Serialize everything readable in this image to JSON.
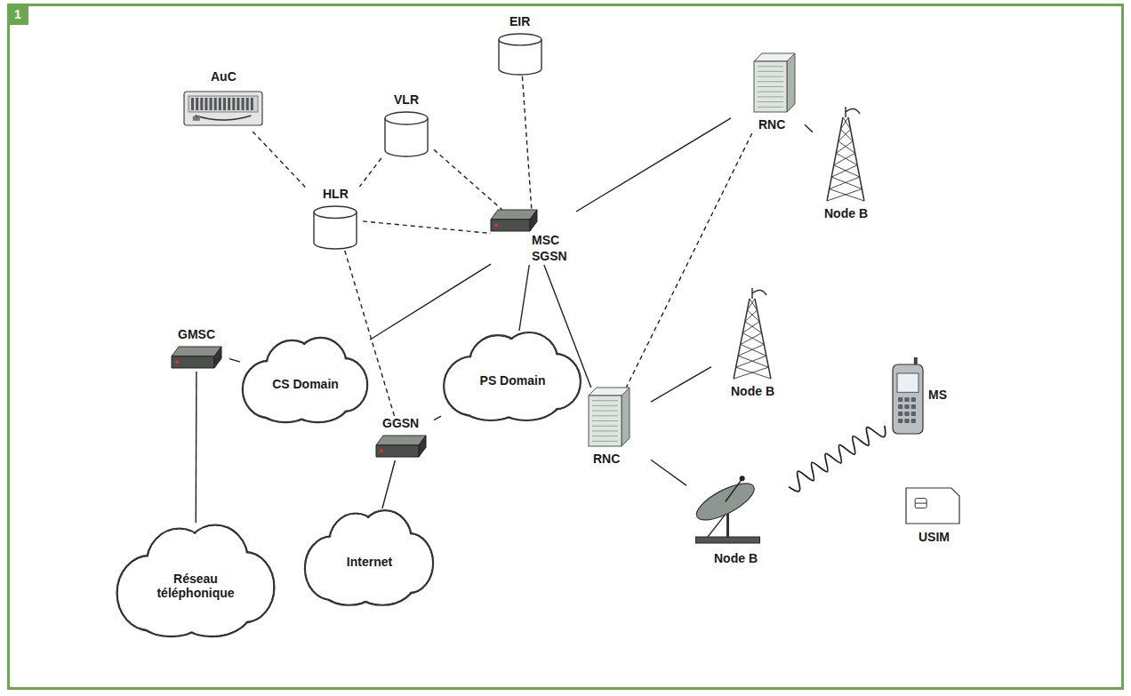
{
  "diagram": {
    "nodes": [
      {
        "text": [
          "EIR"
        ]
      },
      {
        "text": [
          "AuC"
        ]
      },
      {
        "text": [
          "VLR"
        ]
      },
      {
        "text": [
          "HLR"
        ]
      },
      {
        "text": [
          "MSC",
          "SGSN"
        ]
      },
      {
        "text": [
          "RNC"
        ]
      },
      {
        "text": [
          "Node B"
        ]
      },
      {
        "text": [
          "Node B"
        ]
      },
      {
        "text": [
          "GMSC"
        ]
      },
      {
        "text": [
          "CS Domain"
        ]
      },
      {
        "text": [
          "GGSN"
        ]
      },
      {
        "text": [
          "PS Domain"
        ]
      },
      {
        "text": [
          "RNC"
        ]
      },
      {
        "text": [
          "Node B"
        ]
      },
      {
        "text": [
          "MS"
        ]
      },
      {
        "text": [
          "USIM"
        ]
      },
      {
        "text": [
          "Réseau téléphonique"
        ]
      },
      {
        "text": [
          "Internet"
        ]
      }
    ],
    "edges": [
      {
        "from": 1,
        "to": 3,
        "arrow": "none"
      },
      {
        "from": 2,
        "to": 3,
        "arrow": "none"
      },
      {
        "from": 2,
        "to": 4,
        "arrow": "none"
      },
      {
        "from": 0,
        "to": 4,
        "arrow": "none"
      },
      {
        "from": 3,
        "to": 4,
        "arrow": "none"
      },
      {
        "from": 3,
        "to": 10,
        "arrow": "none"
      },
      {
        "from": 4,
        "to": 5,
        "arrow": "none"
      },
      {
        "from": 5,
        "to": 12,
        "arrow": "none"
      },
      {
        "from": 5,
        "to": 6,
        "arrow": "none"
      },
      {
        "from": 4,
        "to": 12,
        "arrow": "none"
      },
      {
        "from": 4,
        "to": 9,
        "arrow": "none"
      },
      {
        "from": 4,
        "to": 11,
        "arrow": "none"
      },
      {
        "from": 8,
        "to": 9,
        "arrow": "none"
      },
      {
        "from": 10,
        "to": 11,
        "arrow": "none"
      },
      {
        "from": 8,
        "to": 16,
        "arrow": "none"
      },
      {
        "from": 10,
        "to": 17,
        "arrow": "none"
      },
      {
        "from": 12,
        "to": 7,
        "arrow": "none"
      },
      {
        "from": 12,
        "to": 13,
        "arrow": "none"
      },
      {
        "from": 13,
        "to": 14,
        "arrow": "none"
      }
    ],
    "labels": [
      "1"
    ]
  }
}
